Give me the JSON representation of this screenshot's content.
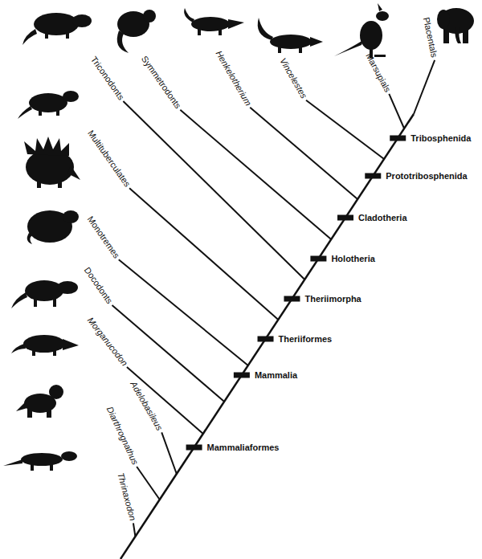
{
  "diagram": {
    "labels": [
      "Thrinaxodon",
      "Diarthrognathus",
      "Adelobasileus",
      "Morganucodon",
      "Docodonts",
      "Monotremes",
      "Multituberculates",
      "Triconodonts",
      "Symmetrodonts",
      "Henkelotherium",
      "Vincelestes",
      "Marsupials",
      "Placentals",
      "Tribosphenida",
      "Prototribosphenida",
      "Cladotheria",
      "Holotheria",
      "Theriimorpha",
      "Theriiformes",
      "Mammalia",
      "Mammaliaformes"
    ]
  }
}
